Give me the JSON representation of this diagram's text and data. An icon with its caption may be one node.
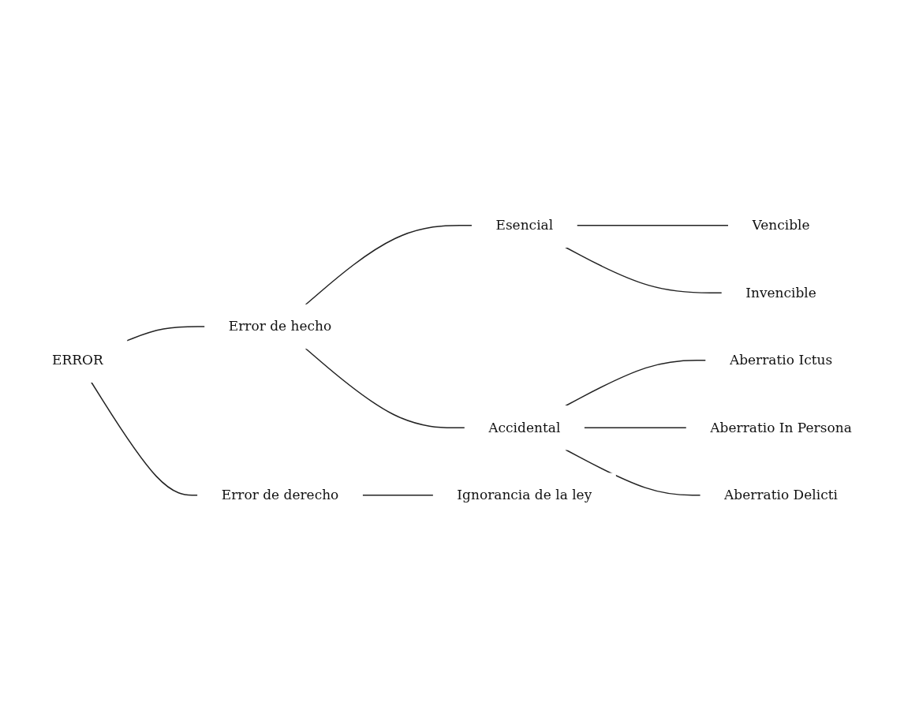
{
  "diagram": {
    "nodes": [
      {
        "text": [
          "ERROR"
        ]
      },
      {
        "text": [
          "Error de hecho"
        ]
      },
      {
        "text": [
          "Esencial"
        ]
      },
      {
        "text": [
          "Vencible"
        ]
      },
      {
        "text": [
          "Invencible"
        ]
      },
      {
        "text": [
          "Accidental"
        ]
      },
      {
        "text": [
          "Aberratio Ictus"
        ]
      },
      {
        "text": [
          "Aberratio In Persona"
        ]
      },
      {
        "text": [
          "Aberratio Delicti"
        ]
      },
      {
        "text": [
          "Error de derecho"
        ]
      },
      {
        "text": [
          "Ignorancia de la ley"
        ]
      }
    ],
    "edges": [
      {
        "from": 0,
        "to": 1,
        "arrow": "none"
      },
      {
        "from": 1,
        "to": 2,
        "arrow": "none"
      },
      {
        "from": 2,
        "to": 3,
        "arrow": "none"
      },
      {
        "from": 2,
        "to": 4,
        "arrow": "none"
      },
      {
        "from": 1,
        "to": 5,
        "arrow": "none"
      },
      {
        "from": 5,
        "to": 6,
        "arrow": "none"
      },
      {
        "from": 5,
        "to": 7,
        "arrow": "none"
      },
      {
        "from": 5,
        "to": 8,
        "arrow": "none"
      },
      {
        "from": 0,
        "to": 9,
        "arrow": "none"
      },
      {
        "from": 9,
        "to": 10,
        "arrow": "none"
      }
    ]
  }
}
